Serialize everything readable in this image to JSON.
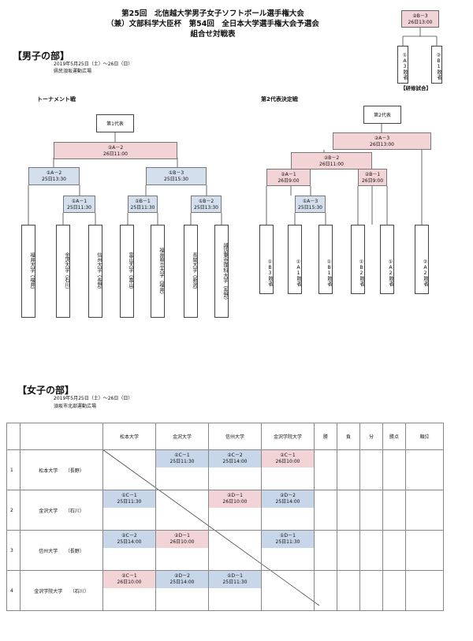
{
  "header": {
    "line1": "第25回　北信越大学男子女子ソフトボール選手権大会",
    "line2": "（兼）文部科学大臣杯　第54回　全日本大学選手権大会予選会",
    "line3": "組合せ対戦表"
  },
  "training": {
    "match": "②B－3",
    "time": "26日13:00",
    "left": "①A3敗者",
    "right": "②B1敗者",
    "caption": "【研修試合】"
  },
  "men": {
    "title": "【男子の部】",
    "dates": "2019年5月25日（土）～26日（日）",
    "venue": "県民須坂運動広場",
    "tournament_label": "トーナメント戦",
    "second_label": "第2代表決定戦",
    "rep1": "第1代表",
    "rep2": "第2代表",
    "matches": {
      "a2": {
        "name": "②A－2",
        "time": "26日11:00"
      },
      "ia2": {
        "name": "①A－2",
        "time": "25日13:30"
      },
      "ib3": {
        "name": "①B－3",
        "time": "25日15:30"
      },
      "ia1": {
        "name": "①A－1",
        "time": "25日11:30"
      },
      "ib1": {
        "name": "①B－1",
        "time": "25日11:30"
      },
      "ib2": {
        "name": "①B－2",
        "time": "25日13:30"
      },
      "a3": {
        "name": "②A－3",
        "time": "26日13:00"
      },
      "b2": {
        "name": "②B－2",
        "time": "26日11:00"
      },
      "a1": {
        "name": "②A－1",
        "time": "26日9:00"
      },
      "b1": {
        "name": "②B－1",
        "time": "26日9:00"
      },
      "ia3": {
        "name": "①A－3",
        "time": "25日15:30"
      }
    },
    "teams": [
      "福井大学（福井）",
      "金沢大学（石川）",
      "信州大学（長野）",
      "富山大学（富山）",
      "福井県立大学（福井）",
      "長岡大学（新潟）",
      "諏訪東京理科大学（長野）"
    ],
    "losers": [
      "①B3敗者",
      "①A1敗者",
      "①B1敗者",
      "①B2敗者",
      "①A2敗者",
      "②A2敗者"
    ]
  },
  "women": {
    "title": "【女子の部】",
    "dates": "2019年5月25日（土）～26日（日）",
    "venue": "須坂市北部運動広場",
    "columns": [
      "松本大学",
      "金沢大学",
      "信州大学",
      "金沢学院大学",
      "勝",
      "負",
      "分",
      "勝点",
      "順位"
    ],
    "rows": [
      {
        "no": "1",
        "team": "松本大学",
        "pref": "（長野）"
      },
      {
        "no": "2",
        "team": "金沢大学",
        "pref": "（石川）"
      },
      {
        "no": "3",
        "team": "信州大学",
        "pref": "（長野）"
      },
      {
        "no": "4",
        "team": "金沢学院大学",
        "pref": "（石川）"
      }
    ],
    "cells": {
      "r1c2": {
        "name": "①C－1",
        "time": "25日11:30"
      },
      "r1c3": {
        "name": "②C－2",
        "time": "25日14:00"
      },
      "r1c4": {
        "name": "②C－1",
        "time": "26日10:00"
      },
      "r2c1": {
        "name": "①C－1",
        "time": "25日11:30"
      },
      "r2c3": {
        "name": "②D－1",
        "time": "26日10:00"
      },
      "r2c4": {
        "name": "②D－2",
        "time": "25日14:00"
      },
      "r3c1": {
        "name": "②C－2",
        "time": "25日14:00"
      },
      "r3c2": {
        "name": "②D－1",
        "time": "26日10:00"
      },
      "r3c4": {
        "name": "①D－1",
        "time": "25日11:30"
      },
      "r4c1": {
        "name": "②C－1",
        "time": "26日10:00"
      },
      "r4c2": {
        "name": "②D－2",
        "time": "25日14:00"
      },
      "r4c3": {
        "name": "①D－1",
        "time": "25日11:30"
      }
    }
  }
}
